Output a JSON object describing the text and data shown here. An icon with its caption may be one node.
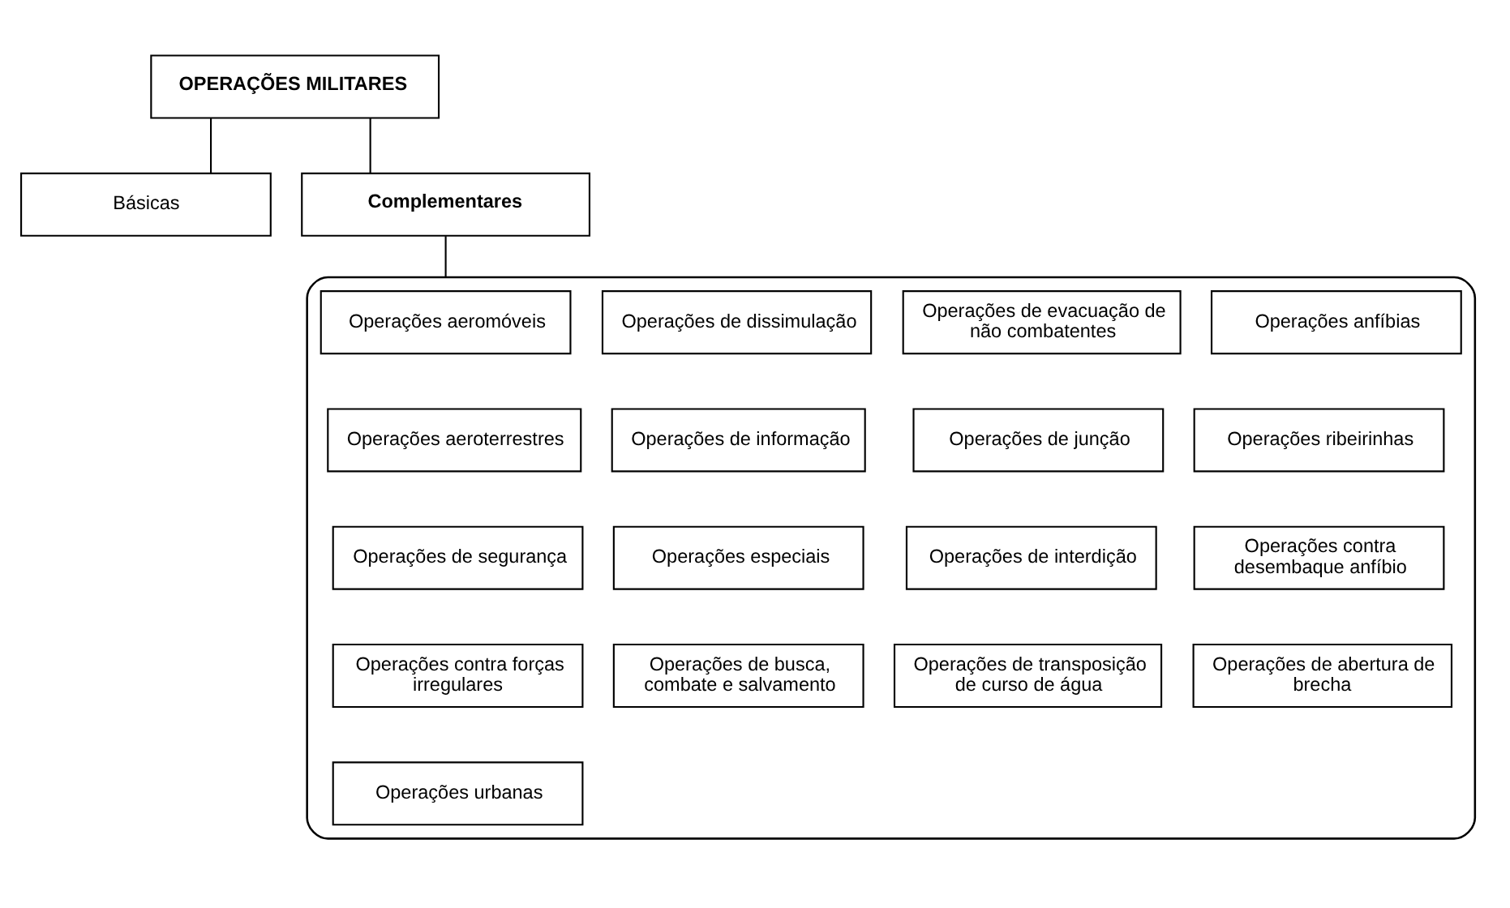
{
  "diagram": {
    "nodes": [
      {
        "text": [
          "OPERAÇÕES MILITARES"
        ]
      },
      {
        "text": [
          "Básicas"
        ]
      },
      {
        "text": [
          "Complementares"
        ]
      },
      {
        "text": [],
        "shape": "box"
      },
      {
        "text": [
          "Operações aeromóveis"
        ],
        "in": 3
      },
      {
        "text": [
          "Operações de dissimulação"
        ],
        "in": 3
      },
      {
        "text": [
          "Operações de evacuação de não combatentes"
        ],
        "in": 3
      },
      {
        "text": [
          "Operações anfíbias"
        ],
        "in": 3
      },
      {
        "text": [
          "Operações aeroterrestres"
        ],
        "in": 3
      },
      {
        "text": [
          "Operações de informação"
        ],
        "in": 3
      },
      {
        "text": [
          "Operações de junção"
        ],
        "in": 3
      },
      {
        "text": [
          "Operações ribeirinhas"
        ],
        "in": 3
      },
      {
        "text": [
          "Operações de segurança"
        ],
        "in": 3
      },
      {
        "text": [
          "Operações especiais"
        ],
        "in": 3
      },
      {
        "text": [
          "Operações de interdição"
        ],
        "in": 3
      },
      {
        "text": [
          "Operações contra desembaque anfíbio"
        ],
        "in": 3
      },
      {
        "text": [
          "Operações contra forças irregulares"
        ],
        "in": 3
      },
      {
        "text": [
          "Operações de busca, combate e salvamento"
        ],
        "in": 3
      },
      {
        "text": [
          "Operações de transposição de curso de água"
        ],
        "in": 3
      },
      {
        "text": [
          "Operações de abertura de brecha"
        ],
        "in": 3
      },
      {
        "text": [
          "Operações urbanas"
        ],
        "in": 3
      }
    ],
    "edges": [
      {
        "from": 0,
        "to": 1,
        "arrow": "none"
      },
      {
        "from": 0,
        "to": 2,
        "arrow": "none"
      },
      {
        "from": 2,
        "to": 3,
        "arrow": "none"
      }
    ]
  }
}
